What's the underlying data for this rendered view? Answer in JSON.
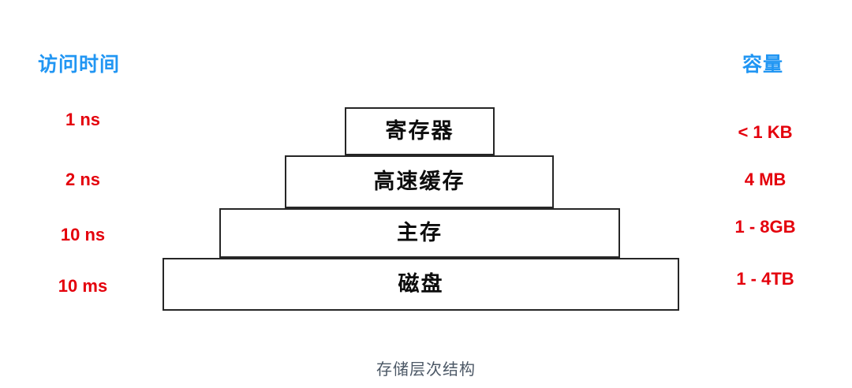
{
  "diagram": {
    "caption": "存储层次结构",
    "columns": {
      "left_header": "访问时间",
      "right_header": "容量"
    },
    "colors": {
      "header_blue": "#2196f3",
      "value_red": "#e4000c",
      "tier_border": "#262626",
      "tier_fill": "#ffffff",
      "caption_gray": "#4c5866",
      "background": "#ffffff"
    },
    "levels": [
      {
        "name": "register",
        "label": "寄存器",
        "access_time": "1 ns",
        "capacity": "< 1 KB"
      },
      {
        "name": "cache",
        "label": "高速缓存",
        "access_time": "2 ns",
        "capacity": "4 MB"
      },
      {
        "name": "main-memory",
        "label": "主存",
        "access_time": "10 ns",
        "capacity": "1 - 8GB"
      },
      {
        "name": "disk",
        "label": "磁盘",
        "access_time": "10 ms",
        "capacity": "1 - 4TB"
      }
    ]
  }
}
